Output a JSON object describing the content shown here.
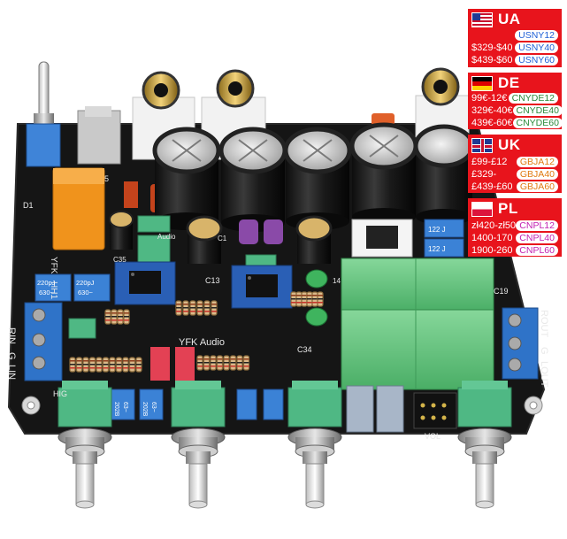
{
  "board": {
    "brand": "YFK",
    "model": "HH1",
    "audio_label": "YFK Audio",
    "silkscreen": {
      "audio_small": "Audio",
      "c13": "C13",
      "c34": "C34",
      "c35": "C35",
      "c19": "C19",
      "c1": "C1",
      "c14": "14",
      "d1": "D1",
      "five": "5",
      "rin": "RIN",
      "g_left": "G",
      "lin": "LIN",
      "hig": "HIG",
      "rout": "ROUT",
      "g_right": "G",
      "lout": "LOUT",
      "vol": "VOL"
    },
    "cap_labels": {
      "c220_a1": "220pJ",
      "c220_a2": "630~",
      "c220_b1": "220pJ",
      "c220_b2": "630~",
      "c122_a": "122 J",
      "c122_b": "122 J",
      "pot_a1": "202B",
      "pot_a2": "63~",
      "pot_b1": "202B",
      "pot_b2": "63~"
    }
  },
  "price_tags": [
    {
      "country": "UA",
      "flag": "us-flag-icon",
      "rows": [
        {
          "price": "",
          "code": "USNY12"
        },
        {
          "price": "$329-$40",
          "code": "USNY40"
        },
        {
          "price": "$439-$60",
          "code": "USNY60"
        }
      ],
      "code_color": "#1f5fd6"
    },
    {
      "country": "DE",
      "flag": "germany-flag-icon",
      "rows": [
        {
          "price": "99€-12€",
          "code": "CNYDE12"
        },
        {
          "price": "329€-40€",
          "code": "CNYDE40"
        },
        {
          "price": "439€-60€",
          "code": "CNYDE60"
        }
      ],
      "code_color": "#2a8a3a"
    },
    {
      "country": "UK",
      "flag": "uk-flag-icon",
      "rows": [
        {
          "price": "£99-£12",
          "code": "GBJA12"
        },
        {
          "price": "£329-",
          "code": "GBJA40"
        },
        {
          "price": "£439-£60",
          "code": "GBJA60"
        }
      ],
      "code_color": "#e07a10"
    },
    {
      "country": "PL",
      "flag": "poland-flag-icon",
      "rows": [
        {
          "price": "zł420-zł50",
          "code": "CNPL12"
        },
        {
          "price": "1400-170",
          "code": "CNPL40"
        },
        {
          "price": "1900-260",
          "code": "CNPL60"
        }
      ],
      "code_color": "#c21fb0"
    }
  ],
  "colors": {
    "pcb": "#141414",
    "tag_red": "#e8141c",
    "terminal_blue": "#2f73c8",
    "relay_orange": "#f0931c",
    "transformer_green": "#5fc27a",
    "connector_green": "#4fb884"
  }
}
